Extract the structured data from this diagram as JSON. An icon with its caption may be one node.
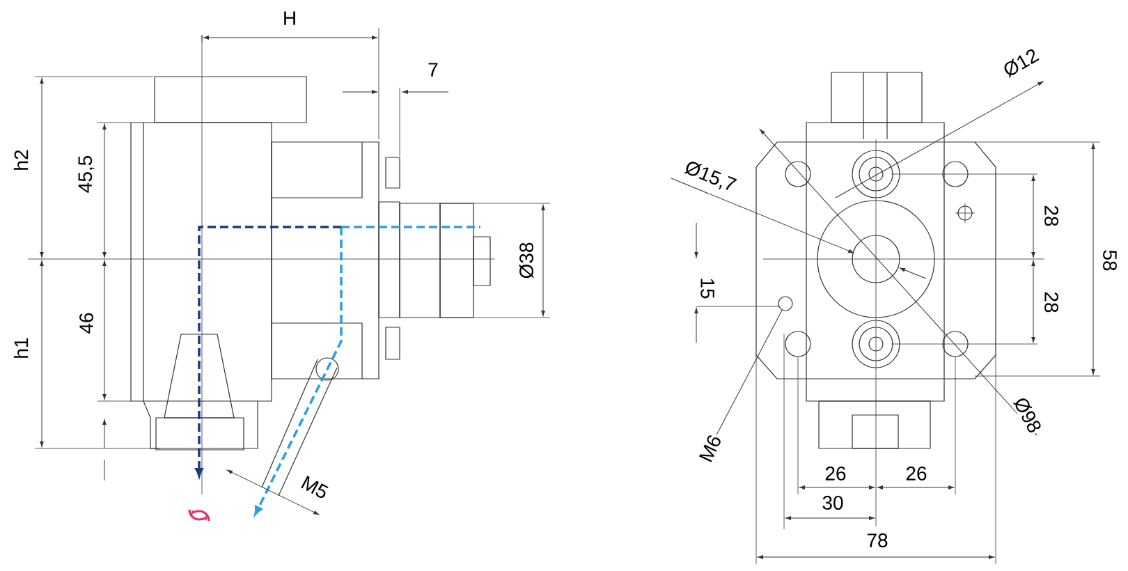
{
  "diagram": {
    "nodes": [
      {
        "text": [
          "M6"
        ]
      },
      {
        "text": [],
        "shape": "circle"
      }
    ],
    "edges": [
      {
        "from": 0,
        "to": 1,
        "arrow": "none"
      }
    ],
    "labels": [
      "H",
      "7",
      "h2",
      "45,5",
      "Ø38",
      "46",
      "h1",
      "M5",
      "Ø12",
      "Ø15,7",
      "28",
      "58",
      "15",
      "28",
      "Ø98",
      "26",
      "26",
      "30",
      "78"
    ]
  }
}
